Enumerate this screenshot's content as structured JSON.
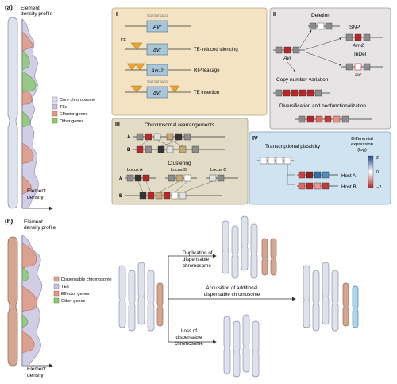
{
  "panel_a": {
    "label": "(a)",
    "profile_title": [
      "Element",
      "density profile"
    ],
    "axis_label": [
      "Element",
      "density"
    ],
    "legend": [
      {
        "label": "Core chromosome",
        "color": "#dcdcf0",
        "border": "#8888aa"
      },
      {
        "label": "TEs",
        "color": "#c7c3dd",
        "border": "#7a74a8"
      },
      {
        "label": "Effector genes",
        "color": "#e09a84",
        "border": "#b05a48"
      },
      {
        "label": "Other genes",
        "color": "#8cc878",
        "border": "#4e8e3a"
      }
    ]
  },
  "panel_b": {
    "label": "(b)",
    "profile_title": [
      "Element",
      "density profile"
    ],
    "axis_label": [
      "Element",
      "density"
    ],
    "legend": [
      {
        "label": "Dispensable chromosome",
        "color": "#d4a690",
        "border": "#9a6a55"
      },
      {
        "label": "TEs",
        "color": "#c7c3dd",
        "border": "#7a74a8"
      },
      {
        "label": "Effector genes",
        "color": "#e09a84",
        "border": "#b05a48"
      },
      {
        "label": "Other genes",
        "color": "#8cc878",
        "border": "#4e8e3a"
      }
    ],
    "arrows": {
      "top": [
        "Duplication of",
        "dispensable",
        "chromosome"
      ],
      "middle": [
        "Acquisition of additional",
        "dispensable chromosome"
      ],
      "bottom": [
        "Loss of",
        "dispensable",
        "chromosome"
      ]
    }
  },
  "box_I": {
    "numeral": "I",
    "gene_avr": "Avr",
    "gene_avr_lower": "avr",
    "gene_avr2": "Avr-2",
    "seq_label": "TGATGATGACG",
    "te_label": "TE",
    "rows": [
      "TE-induced silencing",
      "RIP leakage",
      "TE insertion"
    ]
  },
  "box_II": {
    "numeral": "II",
    "deletion": "Deletion",
    "snp": "SNP",
    "snp_gene": "Avr-2",
    "indel": "InDel",
    "indel_gene": "avr",
    "avr": "Avr",
    "copy_number": "Copy number variation",
    "diversification": "Diversification and neofunctionalization"
  },
  "box_III": {
    "numeral": "III",
    "title": "Chromosomal rearrangements",
    "row_a": "A",
    "row_b": "B",
    "clustering": "Clustering",
    "loci": [
      "Locus A",
      "Locus B",
      "Locus C"
    ]
  },
  "box_IV": {
    "numeral": "IV",
    "title": "Transcriptional plasticity",
    "expr_title": [
      "Differential",
      "expression",
      "(log)"
    ],
    "scale_max": "2",
    "scale_mid": "0",
    "scale_min": "−2",
    "host_a": "Host A",
    "host_b": "Host B"
  }
}
